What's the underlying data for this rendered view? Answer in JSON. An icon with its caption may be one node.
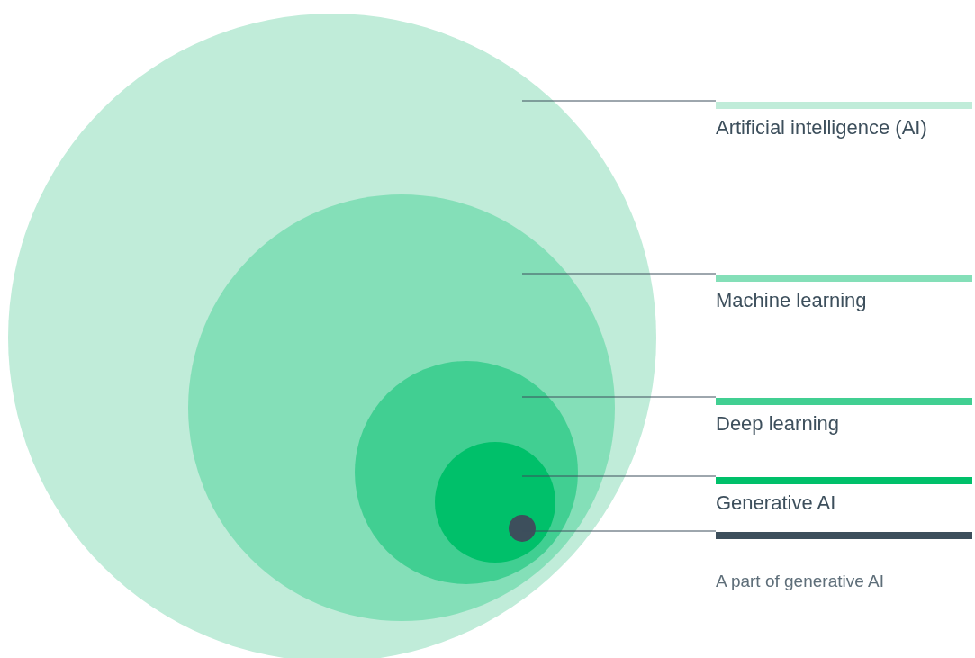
{
  "diagram": {
    "nodes": [
      {
        "text": [],
        "shape": "circle"
      },
      {
        "text": [],
        "shape": "circle",
        "in": 0
      },
      {
        "text": [],
        "shape": "circle",
        "in": 1
      },
      {
        "text": [],
        "shape": "circle",
        "in": 2
      },
      {
        "text": [],
        "shape": "circle",
        "in": 3
      },
      {
        "text": [
          "Artificial intelligence (AI)"
        ]
      },
      {
        "text": [
          "Machine learning"
        ]
      },
      {
        "text": [
          "Deep learning"
        ]
      },
      {
        "text": [
          "Generative AI"
        ]
      },
      {
        "text": [
          "A part of generative AI"
        ]
      }
    ],
    "edges": [
      {
        "from": 5,
        "to": 0,
        "arrow": "none"
      },
      {
        "from": 6,
        "to": 1,
        "arrow": "none"
      },
      {
        "from": 7,
        "to": 2,
        "arrow": "none"
      },
      {
        "from": 8,
        "to": 3,
        "arrow": "none"
      },
      {
        "from": 9,
        "to": 4,
        "arrow": "none"
      }
    ]
  }
}
